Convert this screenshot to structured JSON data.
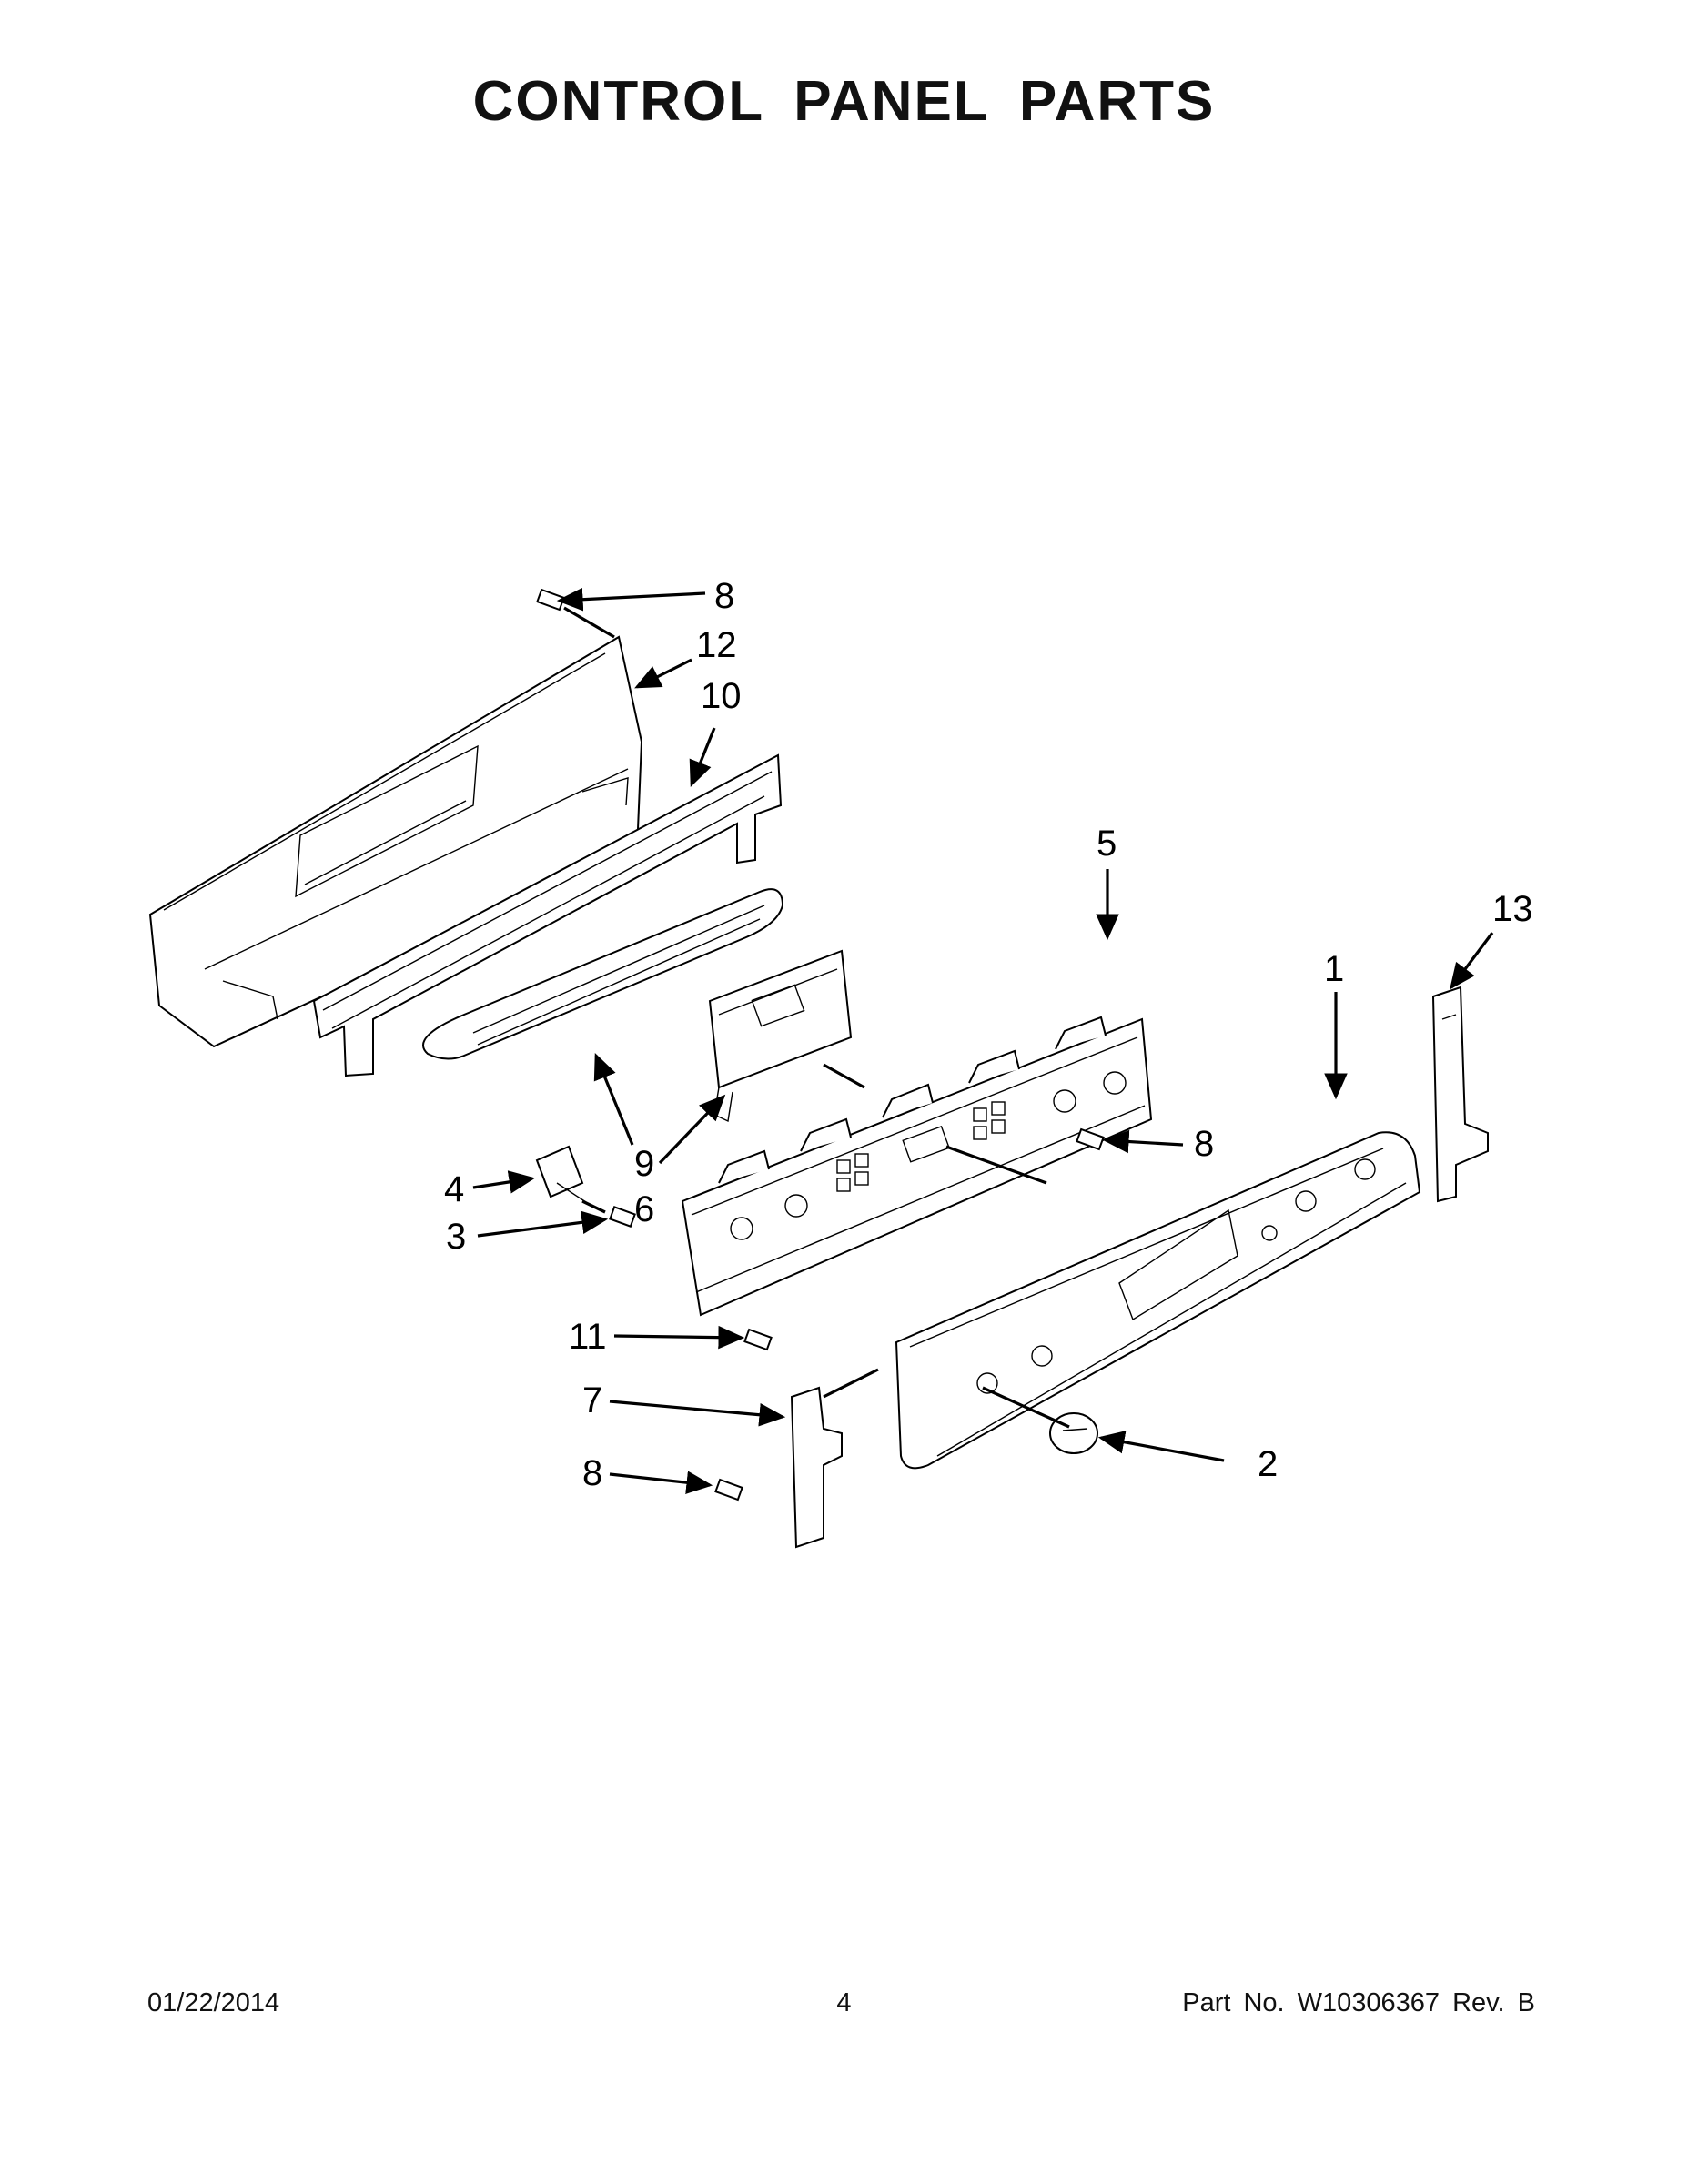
{
  "title": "CONTROL PANEL PARTS",
  "callouts": [
    {
      "id": "c8a",
      "label": "8"
    },
    {
      "id": "c12",
      "label": "12"
    },
    {
      "id": "c10",
      "label": "10"
    },
    {
      "id": "c5",
      "label": "5"
    },
    {
      "id": "c13",
      "label": "13"
    },
    {
      "id": "c1",
      "label": "1"
    },
    {
      "id": "c8b",
      "label": "8"
    },
    {
      "id": "c9",
      "label": "9"
    },
    {
      "id": "c6",
      "label": "6"
    },
    {
      "id": "c4",
      "label": "4"
    },
    {
      "id": "c3",
      "label": "3"
    },
    {
      "id": "c11",
      "label": "11"
    },
    {
      "id": "c7",
      "label": "7"
    },
    {
      "id": "c8c",
      "label": "8"
    },
    {
      "id": "c2",
      "label": "2"
    }
  ],
  "footer": {
    "date": "01/22/2014",
    "page": "4",
    "part_no": "Part No.  W10306367  Rev.  B"
  }
}
